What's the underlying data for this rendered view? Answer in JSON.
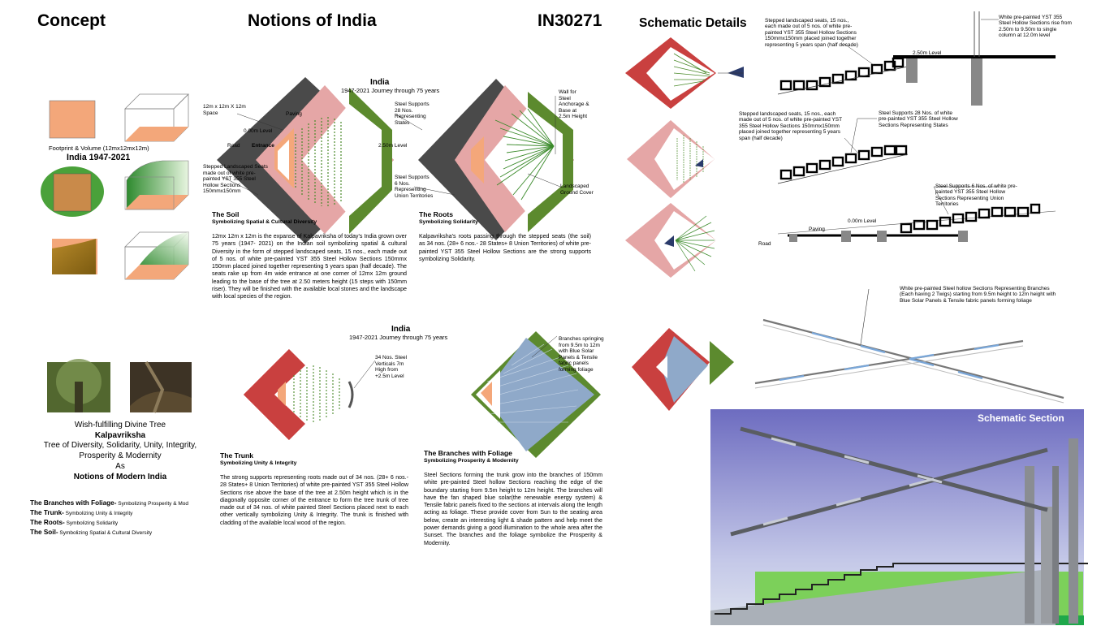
{
  "header": {
    "concept": "Concept",
    "title": "Notions of India",
    "code": "IN30271"
  },
  "left": {
    "footprint_label": "Footprint & Volume (12mx12mx12m)",
    "india_years": "India  1947-2021",
    "tree_title": "Wish-fulfilling Divine Tree",
    "tree_name": "Kalpavriksha",
    "tree_line1": "Tree of Diversity, Solidarity, Unity, Integrity,",
    "tree_line2": "Prosperity & Modernity",
    "tree_as": "As",
    "tree_notions": "Notions of Modern India",
    "legend": [
      {
        "bold": "The Branches with Foliage-",
        "rest": " Symbolizing Prosperity & Mod"
      },
      {
        "bold": "The Trunk-",
        "rest": " Symbolizing Unity & Integrity"
      },
      {
        "bold": "The Roots-",
        "rest": " Symbolizing Solidarity"
      },
      {
        "bold": "The Soil-",
        "rest": " Symbolizing Spatial & Cultural Diversity"
      }
    ]
  },
  "top_diagram": {
    "title": "India",
    "subtitle": "1947-2021 Journey through 75 years",
    "labels": {
      "space": "12m x 12m X 12m Space",
      "paving": "Paving",
      "level0": "0.00m Level",
      "road": "Road",
      "entrance": "Entrance",
      "level25": "2.50m Level",
      "seats": "Stepped Landscaped Seats made out of white pre-painted YST 355 Steel Hollow Sections 150mmx150mm",
      "supports26": "Steel Supports 28 Nos. Representing States",
      "wall": "Wall for Steel Anchorage & Base at 2.5m Height",
      "supports6": "Steel Supports 6 Nos. Representing Union Territories",
      "landscaped": "Landscaped Ground Cover"
    }
  },
  "soil": {
    "title": "The Soil",
    "subtitle": "Symbolizing Spatial & Cultural Diversity",
    "body": "12mx 12m x 12m is the expanse of Kalpavriksha of today's India grown over 75 years (1947- 2021) on the Indian soil symbolizing spatial & cultural Diversity in the form of stepped landscaped seats, 15 nos., each made out of 5 nos. of white pre-painted YST 355 Steel Hollow Sections 150mmx 150mm placed joined together representing 5 years span (half decade). The seats rake up from 4m wide entrance at one corner of 12mx 12m ground leading to the base of the tree at 2.50 meters height (15 steps with 150mm riser). They will be finished with the available local stones and the landscape with local species of the region."
  },
  "roots": {
    "title": "The Roots",
    "subtitle": "Symbolizing Solidarity",
    "body": "Kalpavriksha's roots passing through the stepped seats (the soil) as 34 nos. (28+ 6 nos.- 28 States+ 8 Union Territories) of white pre-painted YST 355 Steel Hollow Sections are the strong supports symbolizing Solidarity."
  },
  "mid_diagram": {
    "title": "India",
    "subtitle": "1947-2021 Journey through 75 years",
    "trunk_label": "34 Nos. Steel Verticals 7m High from +2.5m Level",
    "branch_label": "Branches springing from 9.5m to 12m with Blue Solar Panels & Tensile fabric panels forming foliage"
  },
  "trunk": {
    "title": "The Trunk",
    "subtitle": "Symbolizing Unity & Integrity",
    "body": "The strong supports representing roots made out of 34 nos. (28+ 6 nos.- 28 States+ 8 Union Territories) of white pre-painted YST 355 Steel Hollow Sections rise above the base of the tree at 2.50m height which is in the diagonally opposite corner of the entrance to form the tree trunk of tree made out of 34 nos. of white painted Steel Sections placed next to each other vertically symbolizing Unity & Integrity. The trunk is finished with cladding of the available local wood of the region."
  },
  "branches": {
    "title": "The Branches with Foliage",
    "subtitle": "Symbolizing Prosperity & Modernity",
    "body": "Steel Sections forming the trunk grow into the branches of 150mm white pre-painted Steel hollow Sections reaching the edge of the boundary starting from 9.5m height to 12m height. The branches will have the fan shaped blue solar(the renewable energy system) & Tensile fabric panels fixed to the sections at intervals along the length acting as foliage. These provide cover from Sun to the seating area below, create an interesting light & shade pattern and help meet the power demands giving a good illumination to the whole area after the Sunset. The branches and the foliage symbolize the Prosperity & Modernity."
  },
  "schematic": {
    "title": "Schematic Details",
    "note1": "Stepped landscaped seats, 15 nos., each made out of 5 nos. of white pre-painted YST 355 Steel Hollow Sections 150mmx150mm placed joined together representing 5 years span (half decade)",
    "level25": "2.50m Level",
    "note_white": "White pre-painted YST 355 Steel Hollow Sections rise from 2.50m to 9.50m to single column at 12.0m level",
    "note2": "Stepped landscaped seats, 15 nos., each made out of 5 nos. of white pre-painted YST 355 Steel Hollow Sections 150mmx150mm placed joined together representing 5 years span (half decade)",
    "supports28": "Steel Supports 28 Nos. of white pre-painted YST 355 Steel Hollow Sections Representing States",
    "supports6": "Steel Supports 6 Nos. of white pre-painted YST 355 Steel Hollow Sections Representing Union Territories",
    "paving": "Paving",
    "level0": "0.00m Level",
    "road": "Road",
    "branches_note": "White pre-painted Steel hollow Sections Representing Branches (Each having 2 Twigs) starting from 9.5m height to 12m height with Blue Solar Panels & Tensile fabric panels forming foliage",
    "section_title": "Schematic Section"
  }
}
